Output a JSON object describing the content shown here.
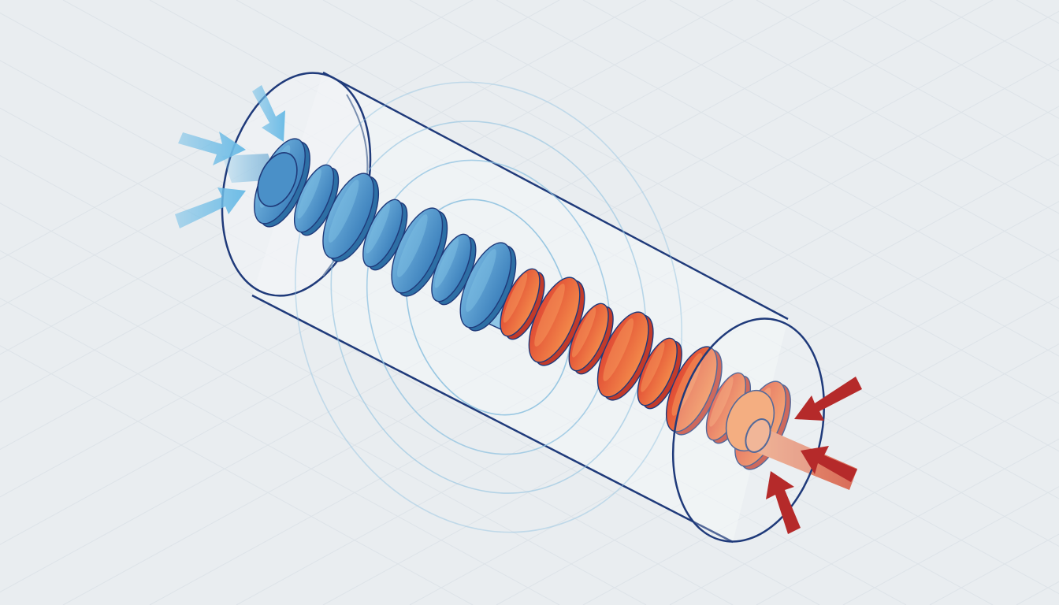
{
  "diagram": {
    "background": "#e9edf0",
    "grid_color": "#dde3e8",
    "cylinder": {
      "outline_color": "#1f3a7a",
      "fill_color": "#f4f7f9"
    },
    "screw": {
      "cold_section": {
        "color": "#4a90c8",
        "light": "#7bbde2",
        "dark": "#2d6fa5"
      },
      "hot_section": {
        "color": "#e8583a",
        "light": "#f5965a",
        "dark": "#c23a2a"
      },
      "shaft_cold_color": "#8fc6e6",
      "shaft_hot_color": "#f0a078"
    },
    "wave_rings": {
      "color": "#8fc2e0",
      "count": 4
    },
    "arrows": {
      "inflow": {
        "color": "#6dbce6",
        "icon": "blue-arrow-icon",
        "count": 3
      },
      "outflow": {
        "color": "#b52a2a",
        "icon": "red-arrow-icon",
        "count": 3
      }
    }
  }
}
